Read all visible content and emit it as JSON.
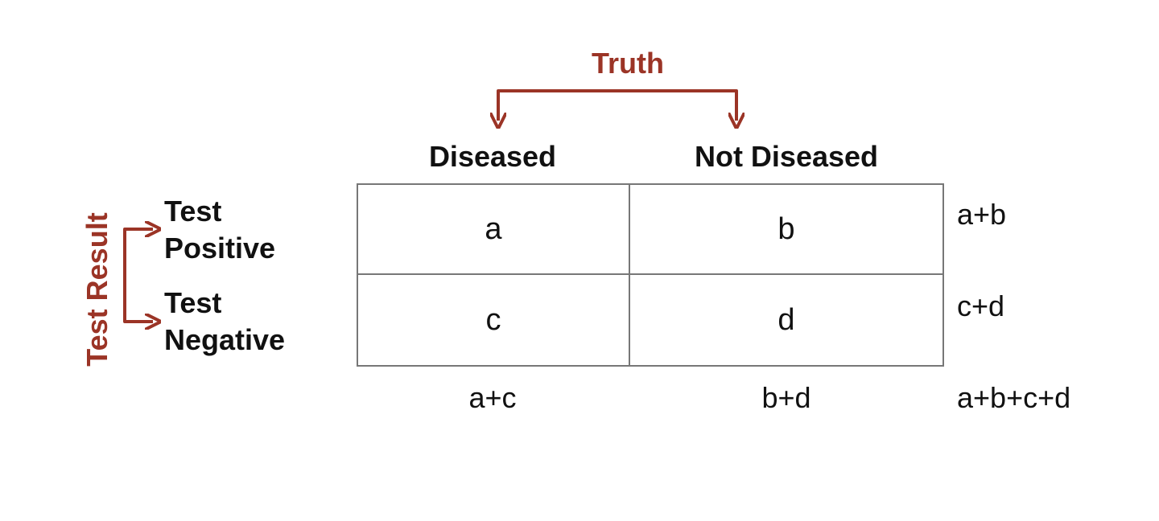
{
  "diagram": {
    "truth_label": "Truth",
    "test_result_label": "Test Result",
    "columns": [
      {
        "label": "Diseased"
      },
      {
        "label": "Not Diseased"
      }
    ],
    "rows": [
      {
        "line1": "Test",
        "line2": "Positive"
      },
      {
        "line1": "Test",
        "line2": "Negative"
      }
    ],
    "cells": [
      [
        "a",
        "b"
      ],
      [
        "c",
        "d"
      ]
    ],
    "row_totals": [
      "a+b",
      "c+d"
    ],
    "column_totals": [
      "a+c",
      "b+d"
    ],
    "grand_total": "a+b+c+d"
  },
  "colors": {
    "accent": "#9b3426",
    "grid_line": "#777777",
    "text": "#111111"
  }
}
